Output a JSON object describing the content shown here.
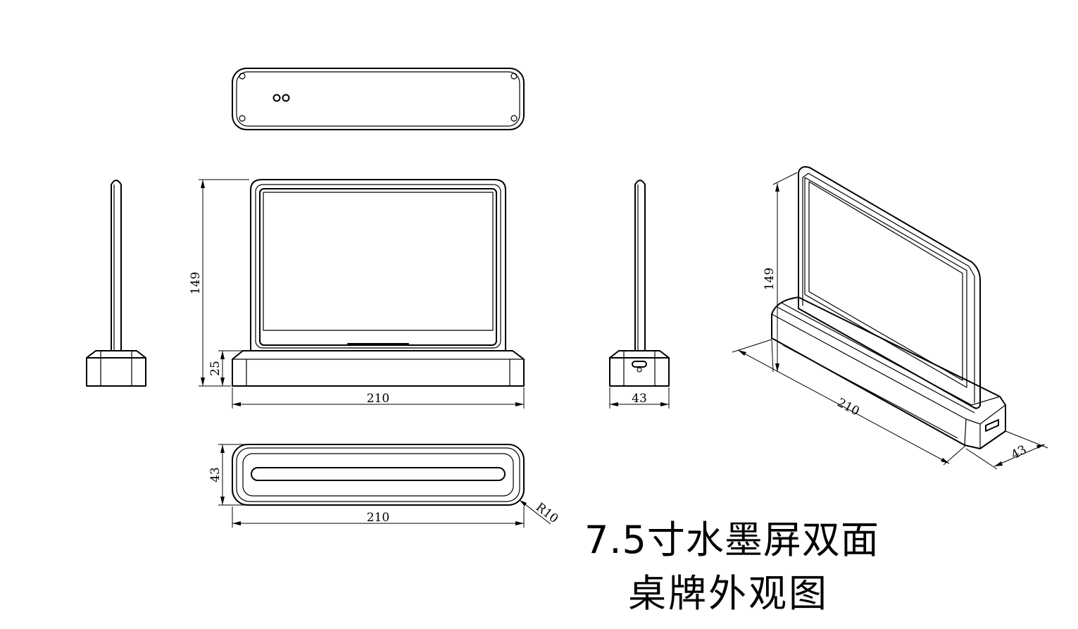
{
  "title": {
    "line1": "7.5寸水墨屏双面",
    "line2": "桌牌外观图"
  },
  "dimensions": {
    "front_width": "210",
    "total_height": "149",
    "base_height": "25",
    "side_depth": "43",
    "bottom_width": "210",
    "bottom_depth": "43",
    "corner_radius": "R10",
    "iso_height": "149",
    "iso_width": "210",
    "iso_depth": "43"
  },
  "icons": {
    "usb_port": "usb-port-icon",
    "screw": "screw-hole-icon",
    "button": "button-icon"
  }
}
